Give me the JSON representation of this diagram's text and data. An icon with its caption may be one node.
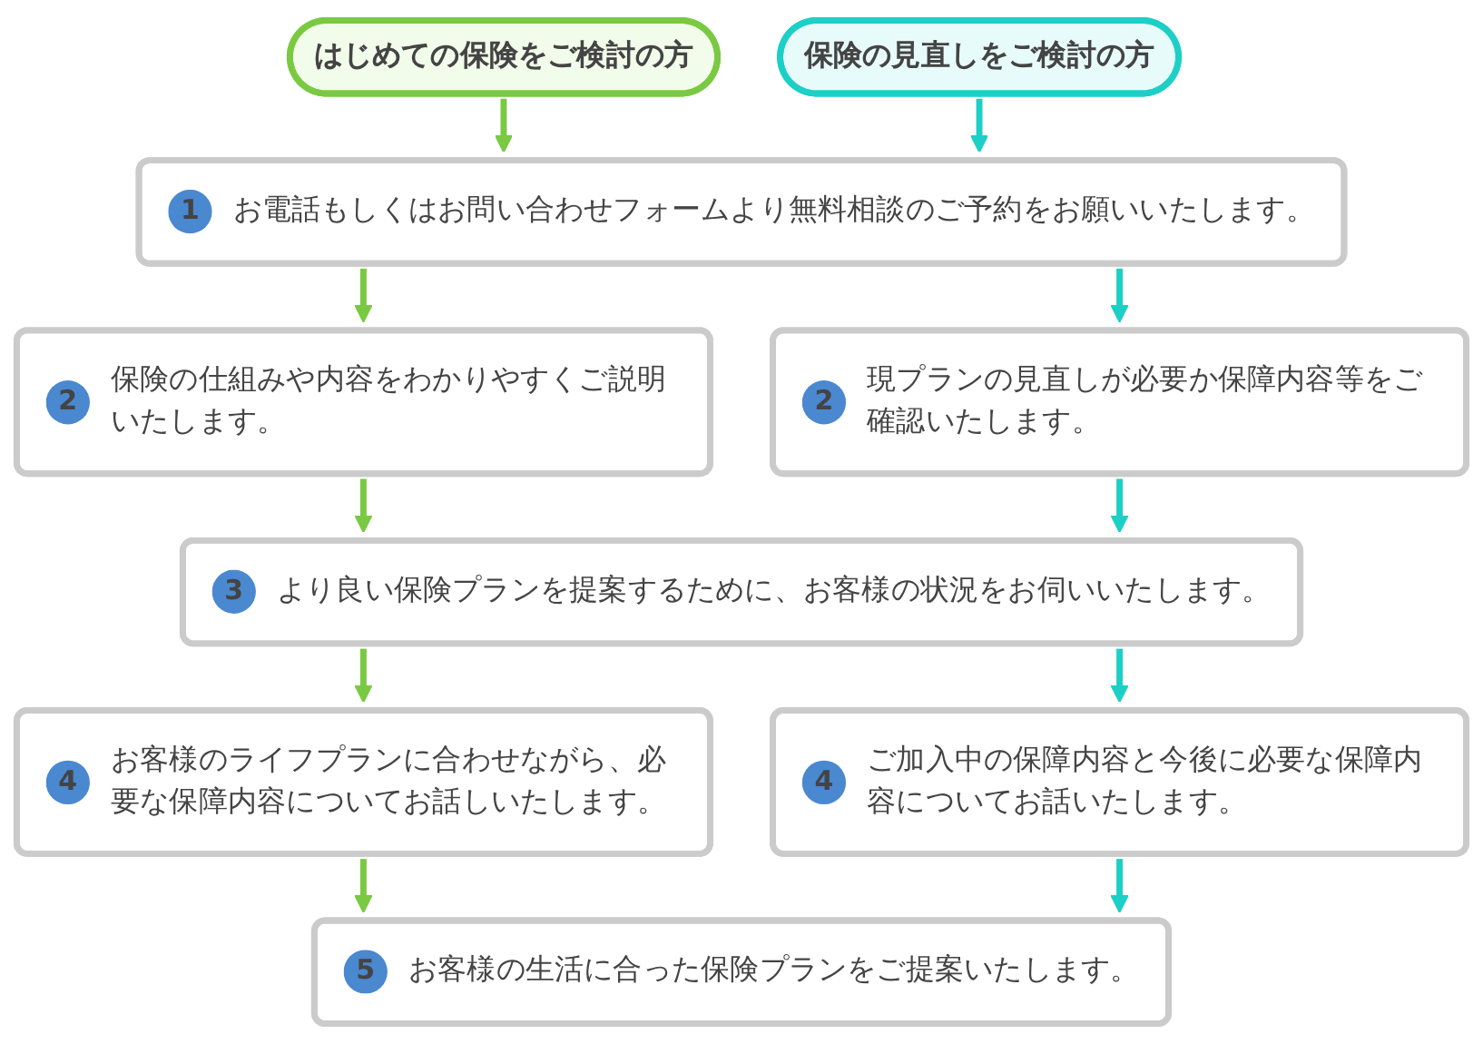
{
  "diagram": {
    "nodes": [
      {
        "text": [
          "はじめての保険をご検討の方"
        ]
      },
      {
        "text": [
          "保険の見直しをご検討の方"
        ]
      },
      {
        "text": [
          "1",
          "お電話もしくはお問い合わせフォームより無料相談のご予約をお願いいたします。"
        ]
      },
      {
        "text": [
          "2",
          "保険の仕組みや内容をわかりやすくご説明いたします。"
        ]
      },
      {
        "text": [
          "2",
          "現プランの見直しが必要か保障内容等をご確認いたします。"
        ]
      },
      {
        "text": [
          "3",
          "より良い保険プランを提案するために、お客様の状況をお伺いいたします。"
        ]
      },
      {
        "text": [
          "4",
          "お客様のライフプランに合わせながら、必要な保障内容についてお話しいたします。"
        ]
      },
      {
        "text": [
          "4",
          "ご加入中の保障内容と今後に必要な保障内容についてお話いたします。"
        ]
      },
      {
        "text": [
          "5",
          "お客様の生活に合った保険プランをご提案いたします。"
        ]
      }
    ],
    "edges": [
      {
        "from": 0,
        "to": 2,
        "arrow": "to",
        "color": "#7ac943"
      },
      {
        "from": 1,
        "to": 2,
        "arrow": "to",
        "color": "#1ccfc7"
      },
      {
        "from": 2,
        "to": 3,
        "arrow": "to",
        "color": "#7ac943"
      },
      {
        "from": 2,
        "to": 4,
        "arrow": "to",
        "color": "#1ccfc7"
      },
      {
        "from": 3,
        "to": 5,
        "arrow": "to",
        "color": "#7ac943"
      },
      {
        "from": 4,
        "to": 5,
        "arrow": "to",
        "color": "#1ccfc7"
      },
      {
        "from": 5,
        "to": 6,
        "arrow": "to",
        "color": "#7ac943"
      },
      {
        "from": 5,
        "to": 7,
        "arrow": "to",
        "color": "#1ccfc7"
      },
      {
        "from": 6,
        "to": 8,
        "arrow": "to",
        "color": "#7ac943"
      },
      {
        "from": 7,
        "to": 8,
        "arrow": "to",
        "color": "#1ccfc7"
      }
    ]
  }
}
